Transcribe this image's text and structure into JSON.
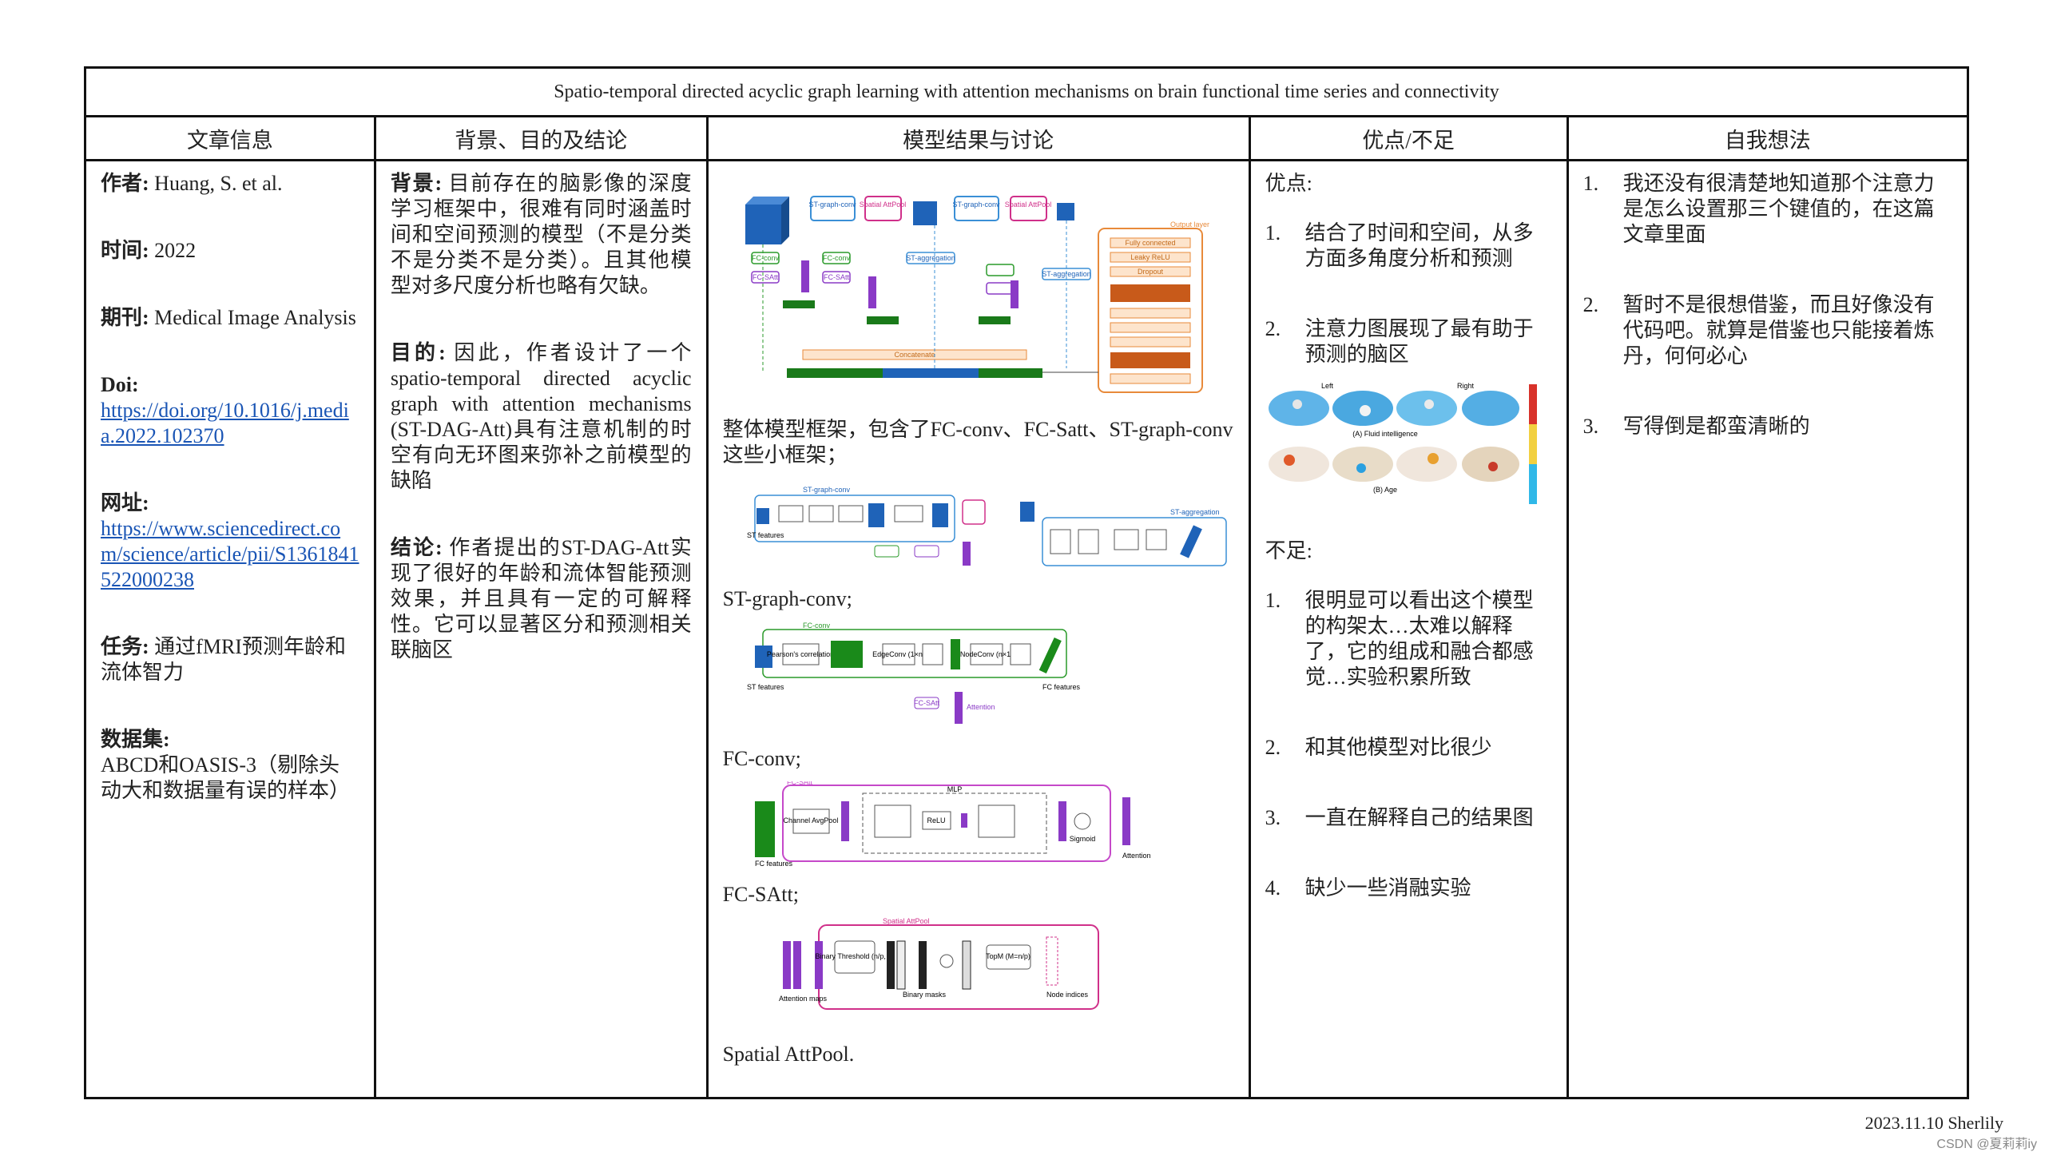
{
  "title": "Spatio-temporal directed acyclic graph learning with attention mechanisms on brain functional time series and connectivity",
  "headers": [
    "文章信息",
    "背景、目的及结论",
    "模型结果与讨论",
    "优点/不足",
    "自我想法"
  ],
  "info": {
    "author_label": "作者:",
    "author": " Huang, S. et al.",
    "time_label": "时间:",
    "time": " 2022",
    "journal_label": "期刊:",
    "journal": " Medical Image Analysis",
    "doi_label": "Doi:",
    "doi": "https://doi.org/10.1016/j.media.2022.102370",
    "url_label": "网址:",
    "url": "https://www.sciencedirect.com/science/article/pii/S1361841522000238",
    "task_label": "任务:",
    "task": " 通过fMRI预测年龄和流体智力",
    "dataset_label": "数据集:",
    "dataset": "ABCD和OASIS-3（剔除头动大和数据量有误的样本）"
  },
  "background": {
    "bg_label": "背景:",
    "bg_text": " 目前存在的脑影像的深度学习框架中，很难有同时涵盖时间和空间预测的模型（不是分类不是分类不是分类）。且其他模型对多尺度分析也略有欠缺。",
    "goal_label": "目的:",
    "goal_text": " 因此，作者设计了一个spatio-temporal directed acyclic graph with attention mechanisms (ST-DAG-Att)具有注意机制的时空有向无环图来弥补之前模型的缺陷",
    "concl_label": "结论:",
    "concl_text": " 作者提出的ST-DAG-Att实现了很好的年龄和流体智能预测效果，并且具有一定的可解释性。它可以显著区分和预测相关联脑区"
  },
  "model": {
    "cap1": "整体模型框架，包含了FC-conv、FC-Satt、ST-graph-conv这些小框架；",
    "cap2": "ST-graph-conv;",
    "cap3": "FC-conv;",
    "cap4": "FC-SAtt;",
    "cap5": "Spatial AttPool.",
    "fig_labels": {
      "st_graph_conv": "ST-graph-conv",
      "spatial_attpool": "Spatial AttPool",
      "fc_conv": "FC-conv",
      "fc_satt": "FC-SAtt",
      "attention": "Attention",
      "st_aggregation": "ST-aggregation",
      "concatenate": "Concatenate",
      "output_layer": "Output layer",
      "fully_connected": "Fully connected",
      "leaky_relu": "Leaky ReLU",
      "dropout": "Dropout",
      "st_features": "ST features",
      "fc_features": "FC features",
      "mlp": "MLP",
      "channel_avgpool": "Channel AvgPool",
      "relu": "ReLU",
      "sigmoid": "Sigmoid",
      "pearson": "Pearson's correlation",
      "edgeconv": "EdgeConv (1×n)",
      "nodeconv": "NodeConv (n×1)",
      "binary_threshold": "Binary Threshold (n/p, 1)",
      "binary_masks": "Binary masks",
      "topm": "TopM (M=n/p)",
      "attention_maps": "Attention maps",
      "node_indices": "Node indices",
      "fluid": "(A) Fluid intelligence",
      "age": "(B) Age",
      "left": "Left",
      "right": "Right"
    }
  },
  "pros_cons": {
    "pros_label": "优点:",
    "pros": [
      "结合了时间和空间，从多方面多角度分析和预测",
      "注意力图展现了最有助于预测的脑区"
    ],
    "cons_label": "不足:",
    "cons": [
      "很明显可以看出这个模型的构架太…太难以解释了，它的组成和融合都感觉…实验积累所致",
      "和其他模型对比很少",
      "一直在解释自己的结果图",
      "缺少一些消融实验"
    ]
  },
  "thoughts": [
    "我还没有很清楚地知道那个注意力是怎么设置那三个键值的，在这篇文章里面",
    "暂时不是很想借鉴，而且好像没有代码吧。就算是借鉴也只能接着炼丹，何何必心",
    "写得倒是都蛮清晰的"
  ],
  "footer": "2023.11.10   Sherlily",
  "watermark": "CSDN @夏莉莉iy"
}
